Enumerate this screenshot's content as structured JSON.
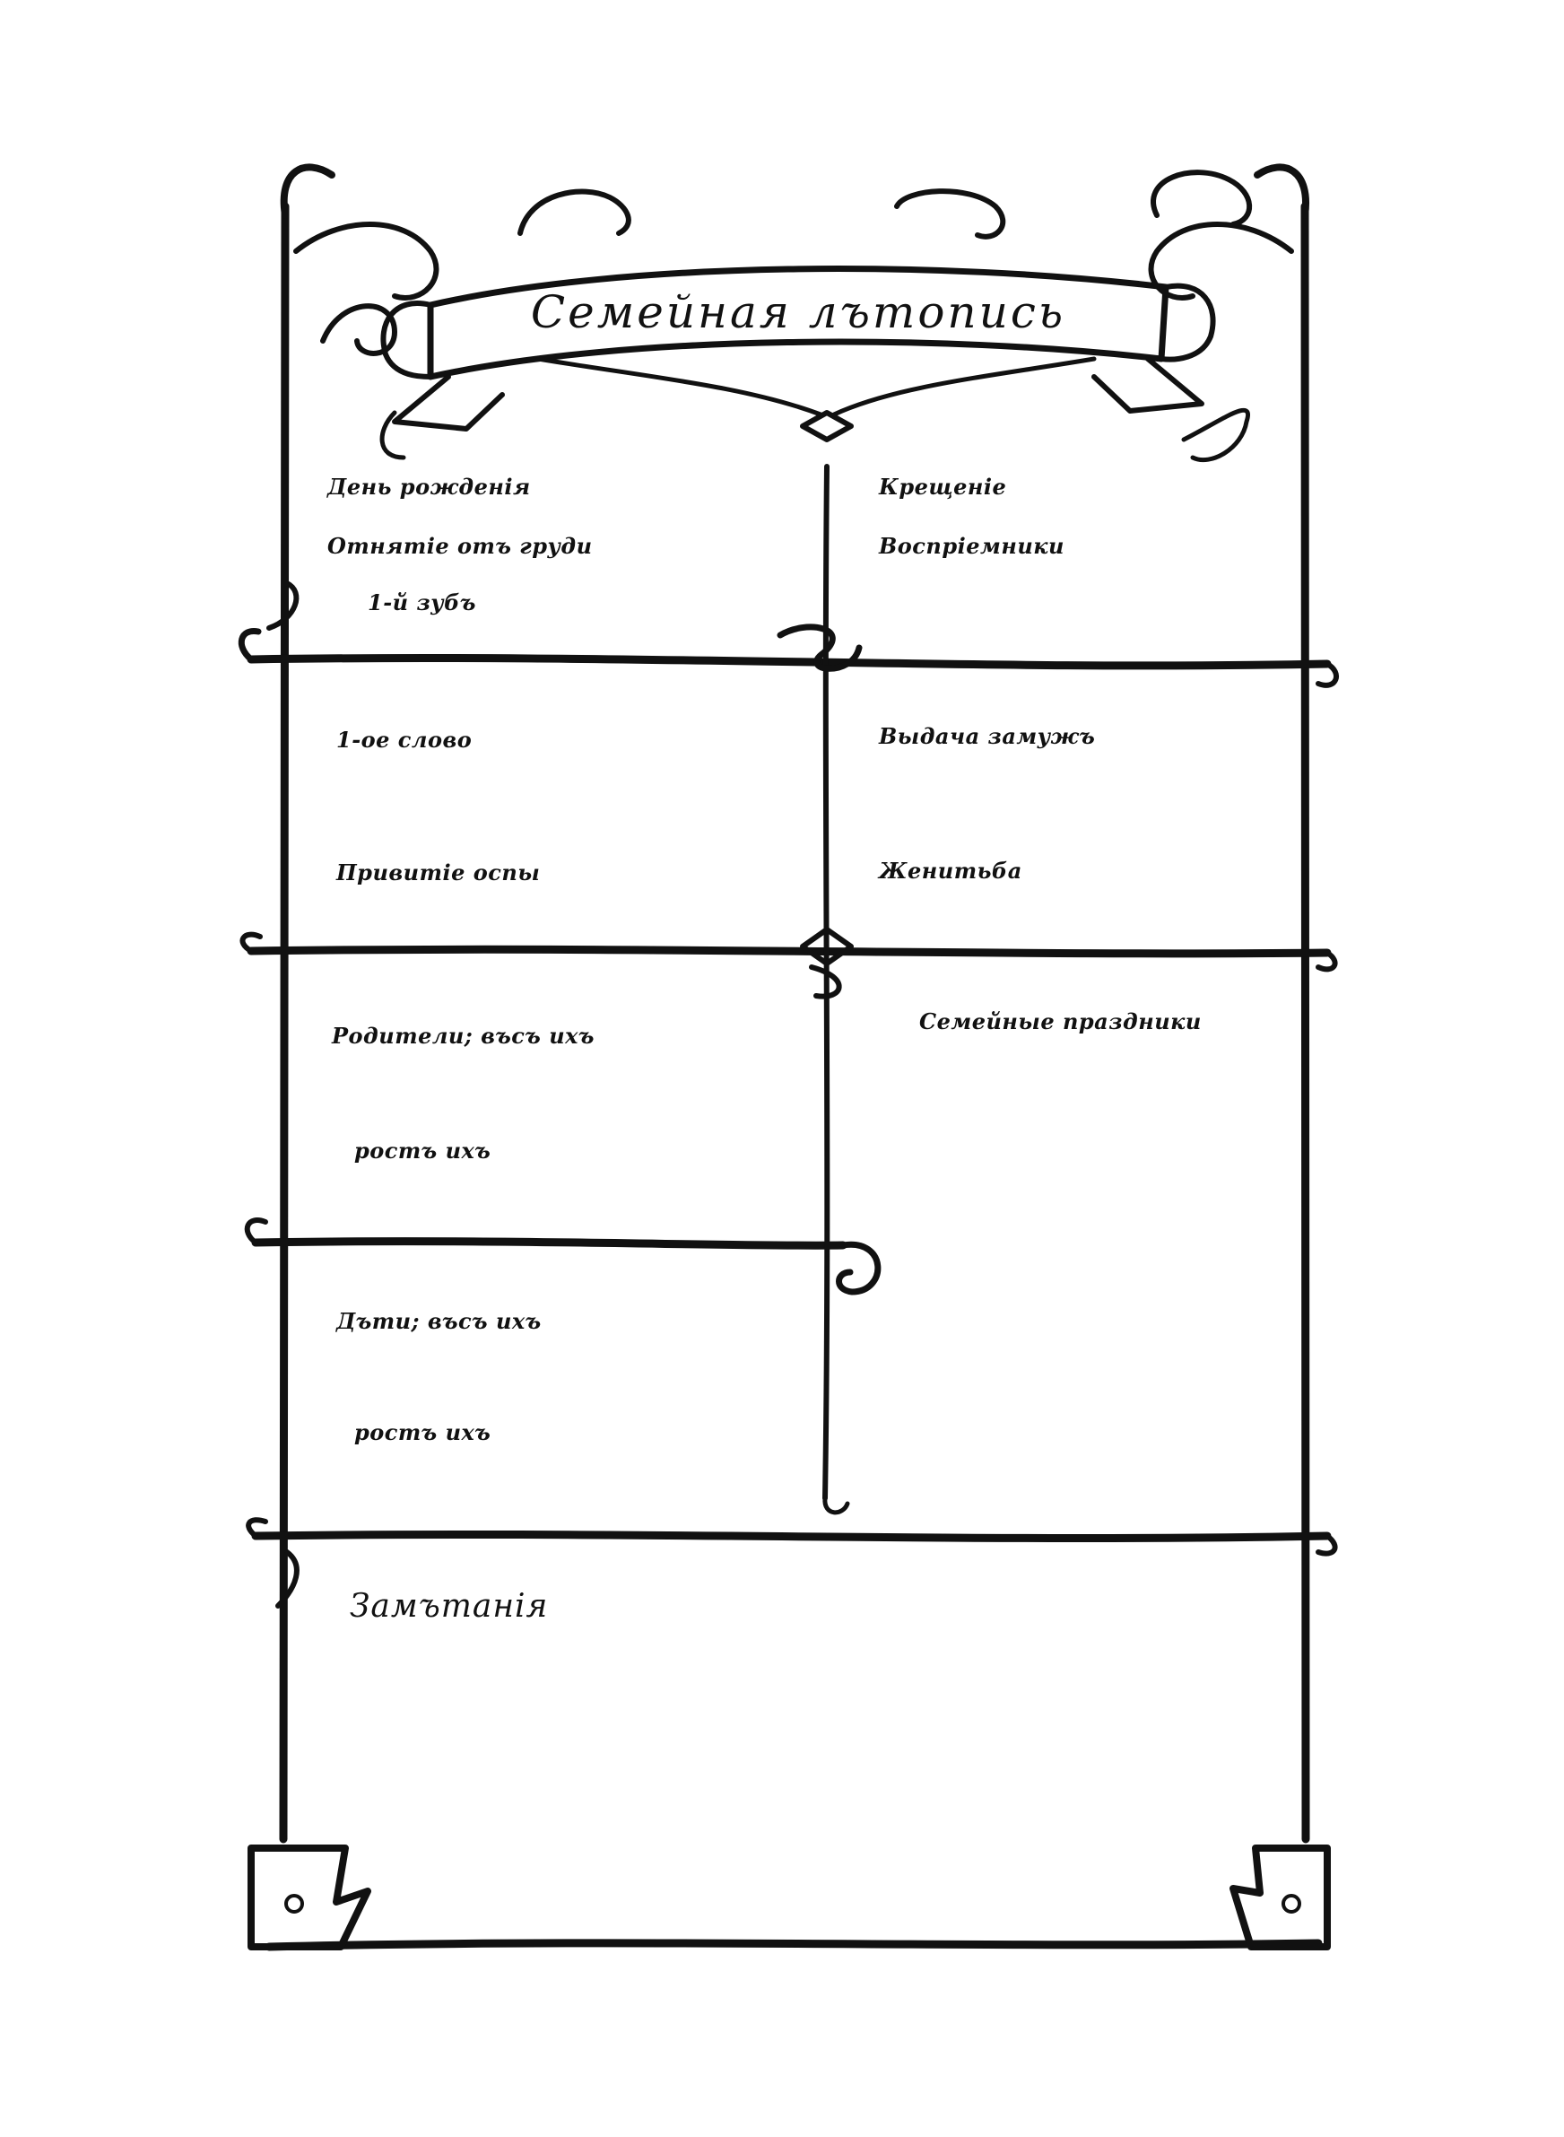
{
  "title": "Семейная лътопись",
  "fields": {
    "birthday": "День рожденія",
    "weaning": "Отнятіе отъ груди",
    "first_tooth": "1-й зубъ",
    "baptism": "Крещеніе",
    "godparents": "Воспріемники",
    "first_word": "1-ое слово",
    "marriage_female": "Выдача замужъ",
    "vaccination": "Привитіе оспы",
    "marriage_male": "Женитьба",
    "parents_weight": "Родители; въсъ ихъ",
    "parents_height": "ростъ ихъ",
    "family_holidays": "Семейные праздники",
    "children_weight": "Дъти; въсъ ихъ",
    "children_height": "ростъ ихъ",
    "notes": "Замътанія"
  }
}
